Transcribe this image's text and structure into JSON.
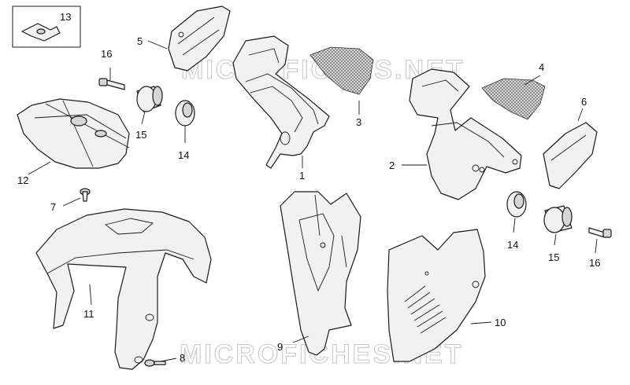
{
  "diagram": {
    "watermark": "MICROFICHES.NET",
    "callouts": [
      {
        "id": "c1",
        "label": "1"
      },
      {
        "id": "c2",
        "label": "2"
      },
      {
        "id": "c3",
        "label": "3"
      },
      {
        "id": "c4",
        "label": "4"
      },
      {
        "id": "c5",
        "label": "5"
      },
      {
        "id": "c6",
        "label": "6"
      },
      {
        "id": "c7",
        "label": "7"
      },
      {
        "id": "c8",
        "label": "8"
      },
      {
        "id": "c9",
        "label": "9"
      },
      {
        "id": "c10",
        "label": "10"
      },
      {
        "id": "c11",
        "label": "11"
      },
      {
        "id": "c12",
        "label": "12"
      },
      {
        "id": "c13",
        "label": "13"
      },
      {
        "id": "c14a",
        "label": "14"
      },
      {
        "id": "c14b",
        "label": "14"
      },
      {
        "id": "c15a",
        "label": "15"
      },
      {
        "id": "c15b",
        "label": "15"
      },
      {
        "id": "c16a",
        "label": "16"
      },
      {
        "id": "c16b",
        "label": "16"
      }
    ]
  }
}
